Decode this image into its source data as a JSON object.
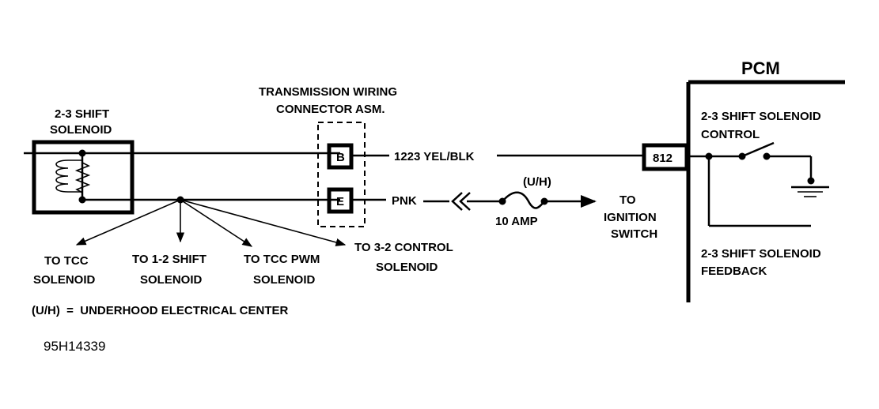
{
  "solenoid": {
    "line1": "2-3 SHIFT",
    "line2": "SOLENOID"
  },
  "connector": {
    "line1": "TRANSMISSION WIRING",
    "line2": "CONNECTOR ASM.",
    "pin_b": "B",
    "pin_e": "E"
  },
  "wires": {
    "top_wire": "1223 YEL/BLK",
    "bottom_wire": "PNK"
  },
  "fuse": {
    "location": "(U/H)",
    "rating": "10 AMP"
  },
  "ignition": {
    "line1": "TO",
    "line2": "IGNITION",
    "line3": "SWITCH"
  },
  "pcm": {
    "title": "PCM",
    "pin": "812",
    "control_line1": "2-3 SHIFT SOLENOID",
    "control_line2": "CONTROL",
    "feedback_line1": "2-3 SHIFT SOLENOID",
    "feedback_line2": "FEEDBACK"
  },
  "branches": {
    "tcc": {
      "line1": "TO TCC",
      "line2": "SOLENOID"
    },
    "shift12": {
      "line1": "TO 1-2 SHIFT",
      "line2": "SOLENOID"
    },
    "tcc_pwm": {
      "line1": "TO TCC PWM",
      "line2": "SOLENOID"
    },
    "control32": {
      "line1": "TO 3-2 CONTROL",
      "line2": "SOLENOID"
    }
  },
  "legend": "(U/H)  =  UNDERHOOD ELECTRICAL CENTER",
  "figure_id": "95H14339"
}
